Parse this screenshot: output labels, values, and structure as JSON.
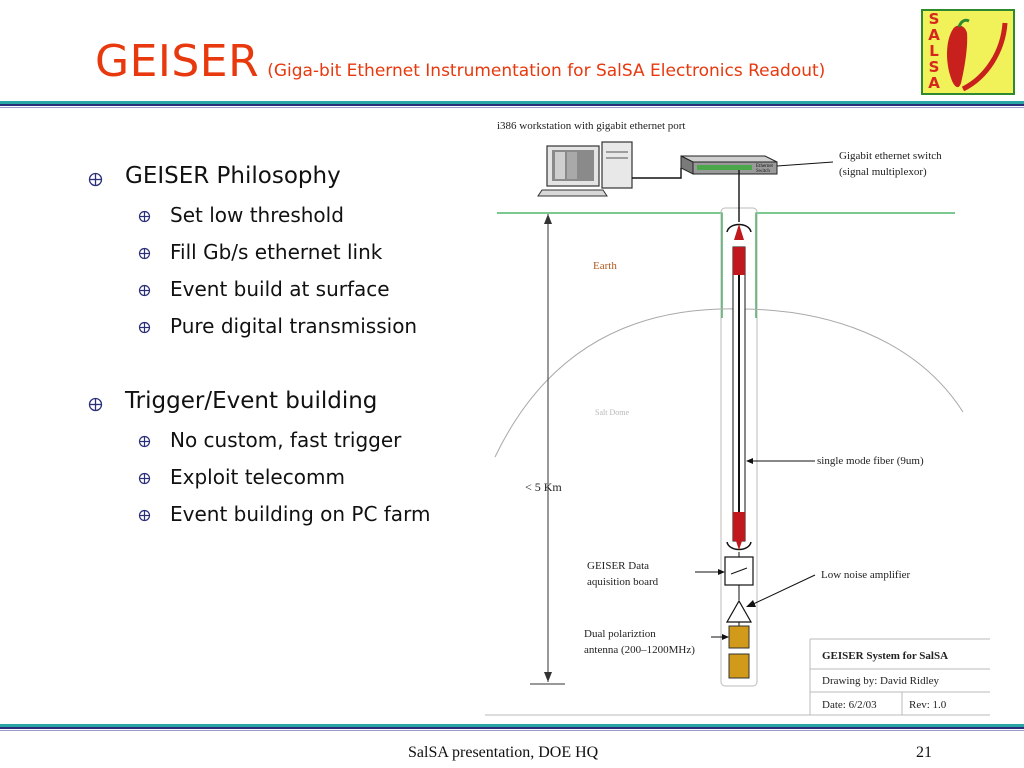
{
  "slide": {
    "title": "GEISER",
    "subtitle": "(Giga-bit Ethernet Instrumentation for SalSA Electronics Readout)"
  },
  "logo": {
    "letters": [
      "S",
      "A",
      "L",
      "S",
      "A"
    ]
  },
  "bullets": [
    {
      "text": "GEISER Philosophy",
      "subs": [
        "Set low threshold",
        "Fill Gb/s ethernet link",
        "Event build at surface",
        "Pure digital transmission"
      ]
    },
    {
      "text": "Trigger/Event building",
      "subs": [
        "No custom, fast trigger",
        "Exploit telecomm",
        "Event building on PC farm"
      ]
    }
  ],
  "diagram": {
    "workstation_label": "i386 workstation with gigabit ethernet port",
    "switch_label_1": "Gigabit ethernet switch",
    "switch_label_2": "(signal multiplexor)",
    "switch_tag_1": "Ethernet",
    "switch_tag_2": "Switch",
    "earth_label": "Earth",
    "salt_dome_label": "Salt Dome",
    "depth_label": "< 5 Km",
    "fiber_label": "single mode fiber (9um)",
    "daq_label_1": "GEISER Data",
    "daq_label_2": "aquisition board",
    "lna_label": "Low noise amplifier",
    "antenna_label_1": "Dual polariztion",
    "antenna_label_2": "antenna (200–1200MHz)",
    "titleblock": {
      "title": "GEISER System for SalSA",
      "drawn_by": "Drawing by:  David Ridley",
      "date": "Date:  6/2/03",
      "rev": "Rev:  1.0"
    }
  },
  "footer": {
    "text": "SalSA presentation, DOE HQ",
    "page": "21"
  },
  "colors": {
    "title": "#e8380d",
    "rule_teal": "#2aa6a6",
    "rule_navy": "#2b2f7a",
    "earth_green": "#2fa84f",
    "earth_text": "#b35a1f",
    "fiber_red": "#c0181c",
    "antenna_gold": "#d19a1a"
  }
}
